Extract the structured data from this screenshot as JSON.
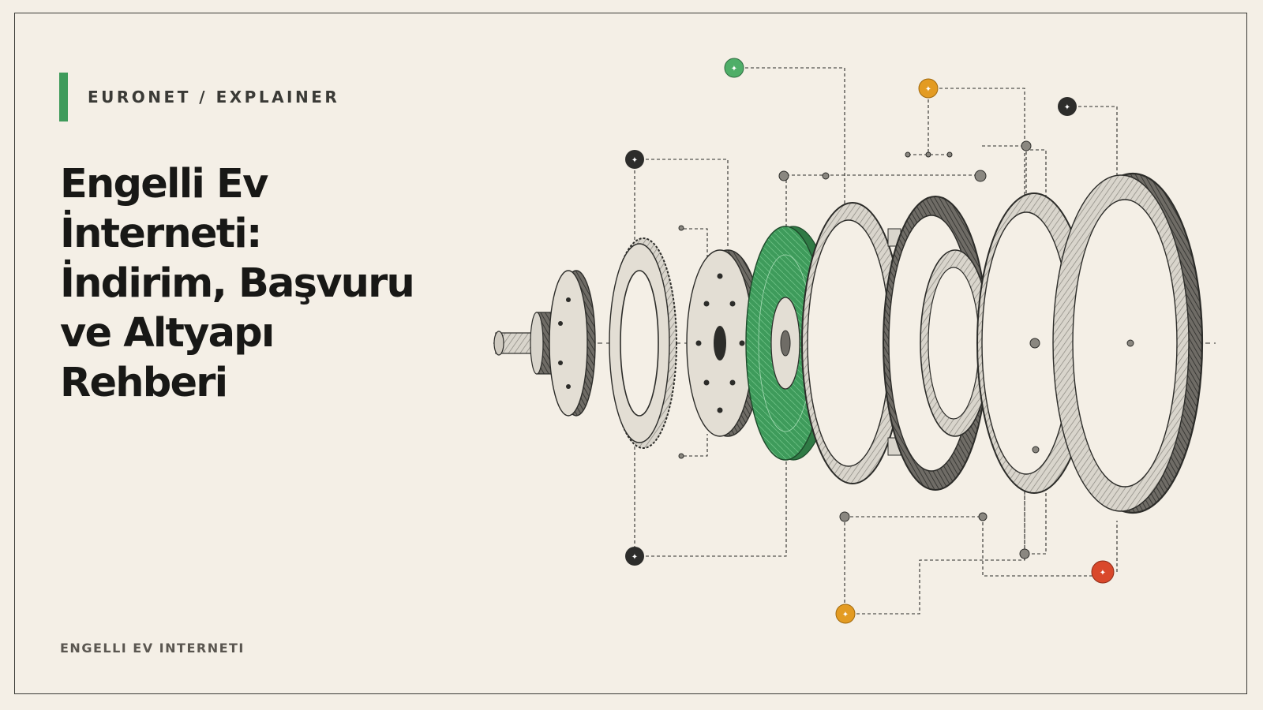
{
  "brand": {
    "eyebrow": "EURONET / EXPLAINER",
    "accent_color": "#3e9b5b"
  },
  "hero": {
    "title": "Engelli Ev\nİnterneti:\nİndirim, Başvuru\nve Altyapı\nRehberi"
  },
  "footer": {
    "label": "ENGELLI EV INTERNETI"
  },
  "illustration": {
    "subject": "exploded-view-gear-assembly",
    "colors": {
      "background": "#f4efe6",
      "ink": "#2c2c29",
      "highlight_disc": "#3e9b5b",
      "node_green": "#4fae68",
      "node_orange": "#e39b22",
      "node_red": "#d9482b",
      "node_dark": "#2d2d2b"
    }
  }
}
